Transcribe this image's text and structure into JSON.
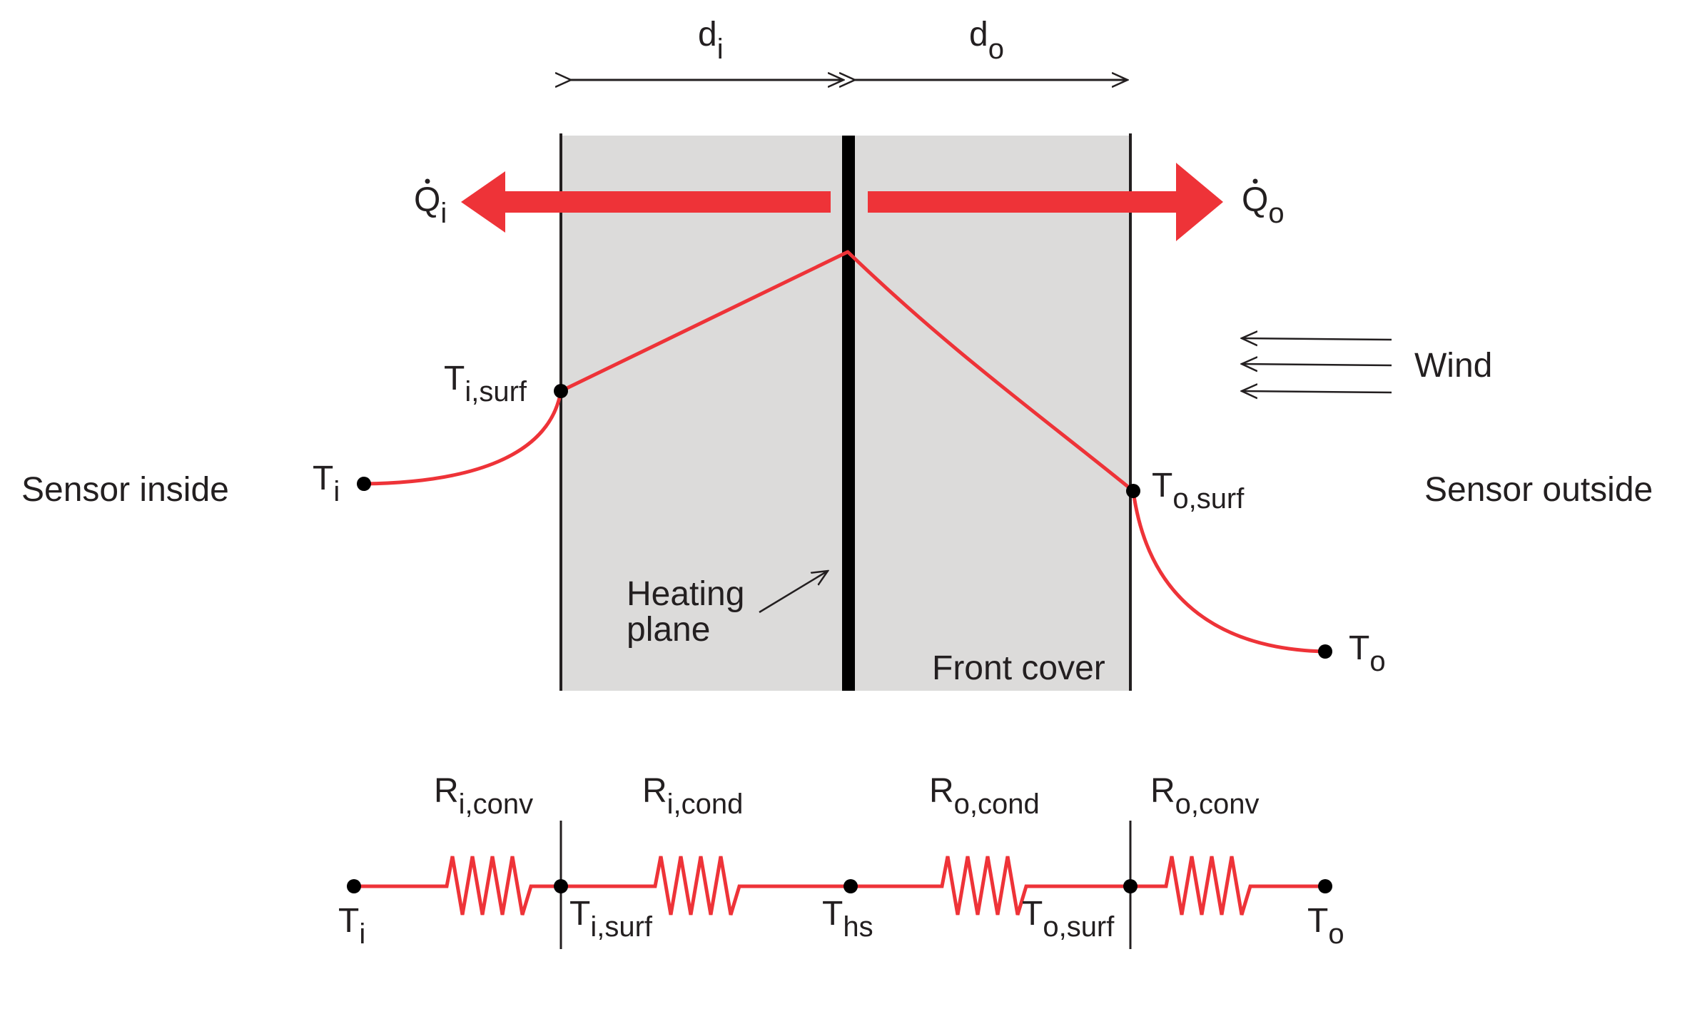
{
  "labels": {
    "d_i": {
      "main": "d",
      "sub": "i"
    },
    "d_o": {
      "main": "d",
      "sub": "o"
    },
    "q_i": {
      "main": "Q",
      "sub": "i"
    },
    "q_o": {
      "main": "Q",
      "sub": "o"
    },
    "t_i_surf": {
      "main": "T",
      "sub": "i,surf"
    },
    "t_o_surf": {
      "main": "T",
      "sub": "o,surf"
    },
    "t_i": {
      "main": "T",
      "sub": "i"
    },
    "t_o": {
      "main": "T",
      "sub": "o"
    },
    "sensor_inside": "Sensor inside",
    "sensor_outside": "Sensor outside",
    "wind": "Wind",
    "heating_plane_line1": "Heating",
    "heating_plane_line2": "plane",
    "front_cover": "Front cover"
  },
  "circuit": {
    "r_i_conv": {
      "main": "R",
      "sub": "i,conv"
    },
    "r_i_cond": {
      "main": "R",
      "sub": "i,cond"
    },
    "r_o_cond": {
      "main": "R",
      "sub": "o,cond"
    },
    "r_o_conv": {
      "main": "R",
      "sub": "o,conv"
    },
    "t_i": {
      "main": "T",
      "sub": "i"
    },
    "t_i_surf": {
      "main": "T",
      "sub": "i,surf"
    },
    "t_hs": {
      "main": "T",
      "sub": "hs"
    },
    "t_o_surf": {
      "main": "T",
      "sub": "o,surf"
    },
    "t_o": {
      "main": "T",
      "sub": "o"
    }
  },
  "colors": {
    "accent_red": "#ee3338",
    "panel_grey": "#dcdbda",
    "ink": "#231f20"
  }
}
